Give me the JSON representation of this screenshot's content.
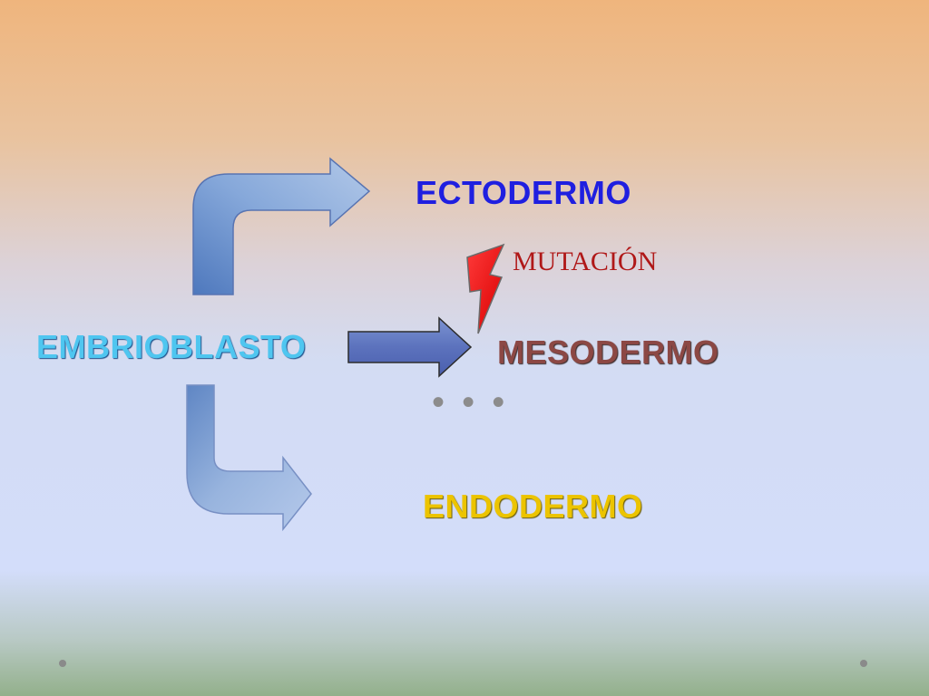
{
  "diagram": {
    "source": {
      "label": "EMBRIOBLASTO",
      "color": "#4fc6f0"
    },
    "targets": [
      {
        "label": "ECTODERMO",
        "color": "#1f1fe0"
      },
      {
        "label": "MESODERMO",
        "color": "#8c4844"
      },
      {
        "label": "ENDODERMO",
        "color": "#ecc400"
      }
    ],
    "annotation": {
      "label": "MUTACIÓN",
      "color": "#b01818"
    },
    "ellipsis": "• • •"
  },
  "colors": {
    "arrow_fill": "#7a9ad0",
    "arrow_dark": "#4a64a8",
    "bolt": "#f01010"
  }
}
